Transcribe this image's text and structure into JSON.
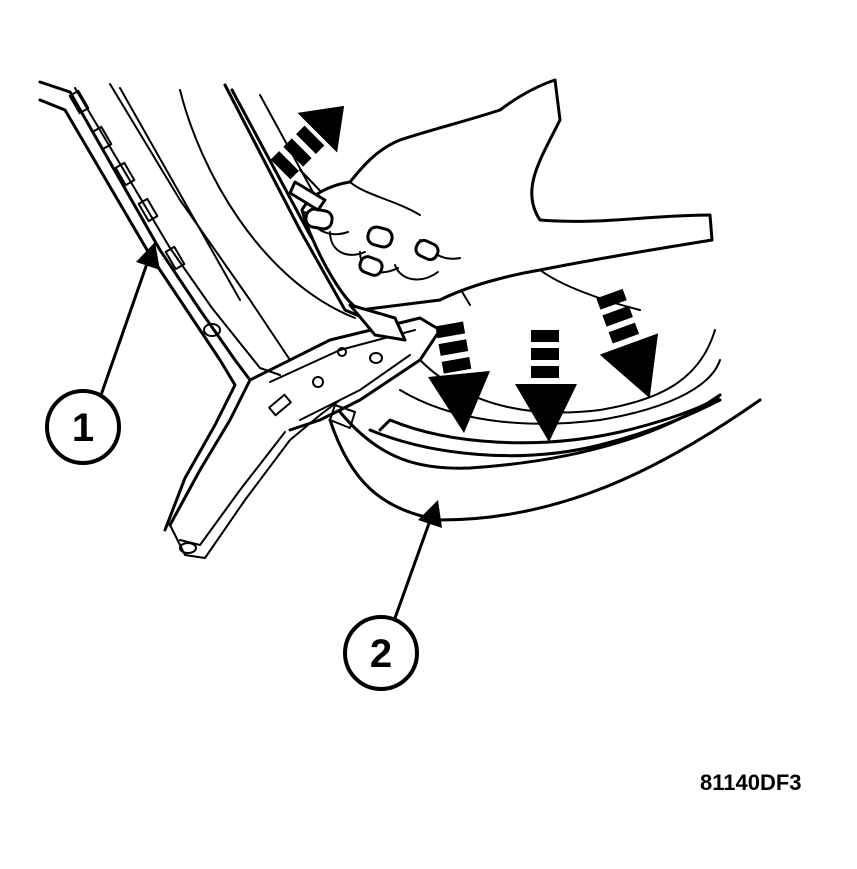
{
  "callouts": [
    {
      "id": "1",
      "label": "1"
    },
    {
      "id": "2",
      "label": "2"
    }
  ],
  "figure_id": "81140DF3",
  "icons": [
    "pointer-arrow-icon",
    "direction-arrow-icon"
  ],
  "colors": {
    "ink": "#000000",
    "paper": "#ffffff"
  }
}
